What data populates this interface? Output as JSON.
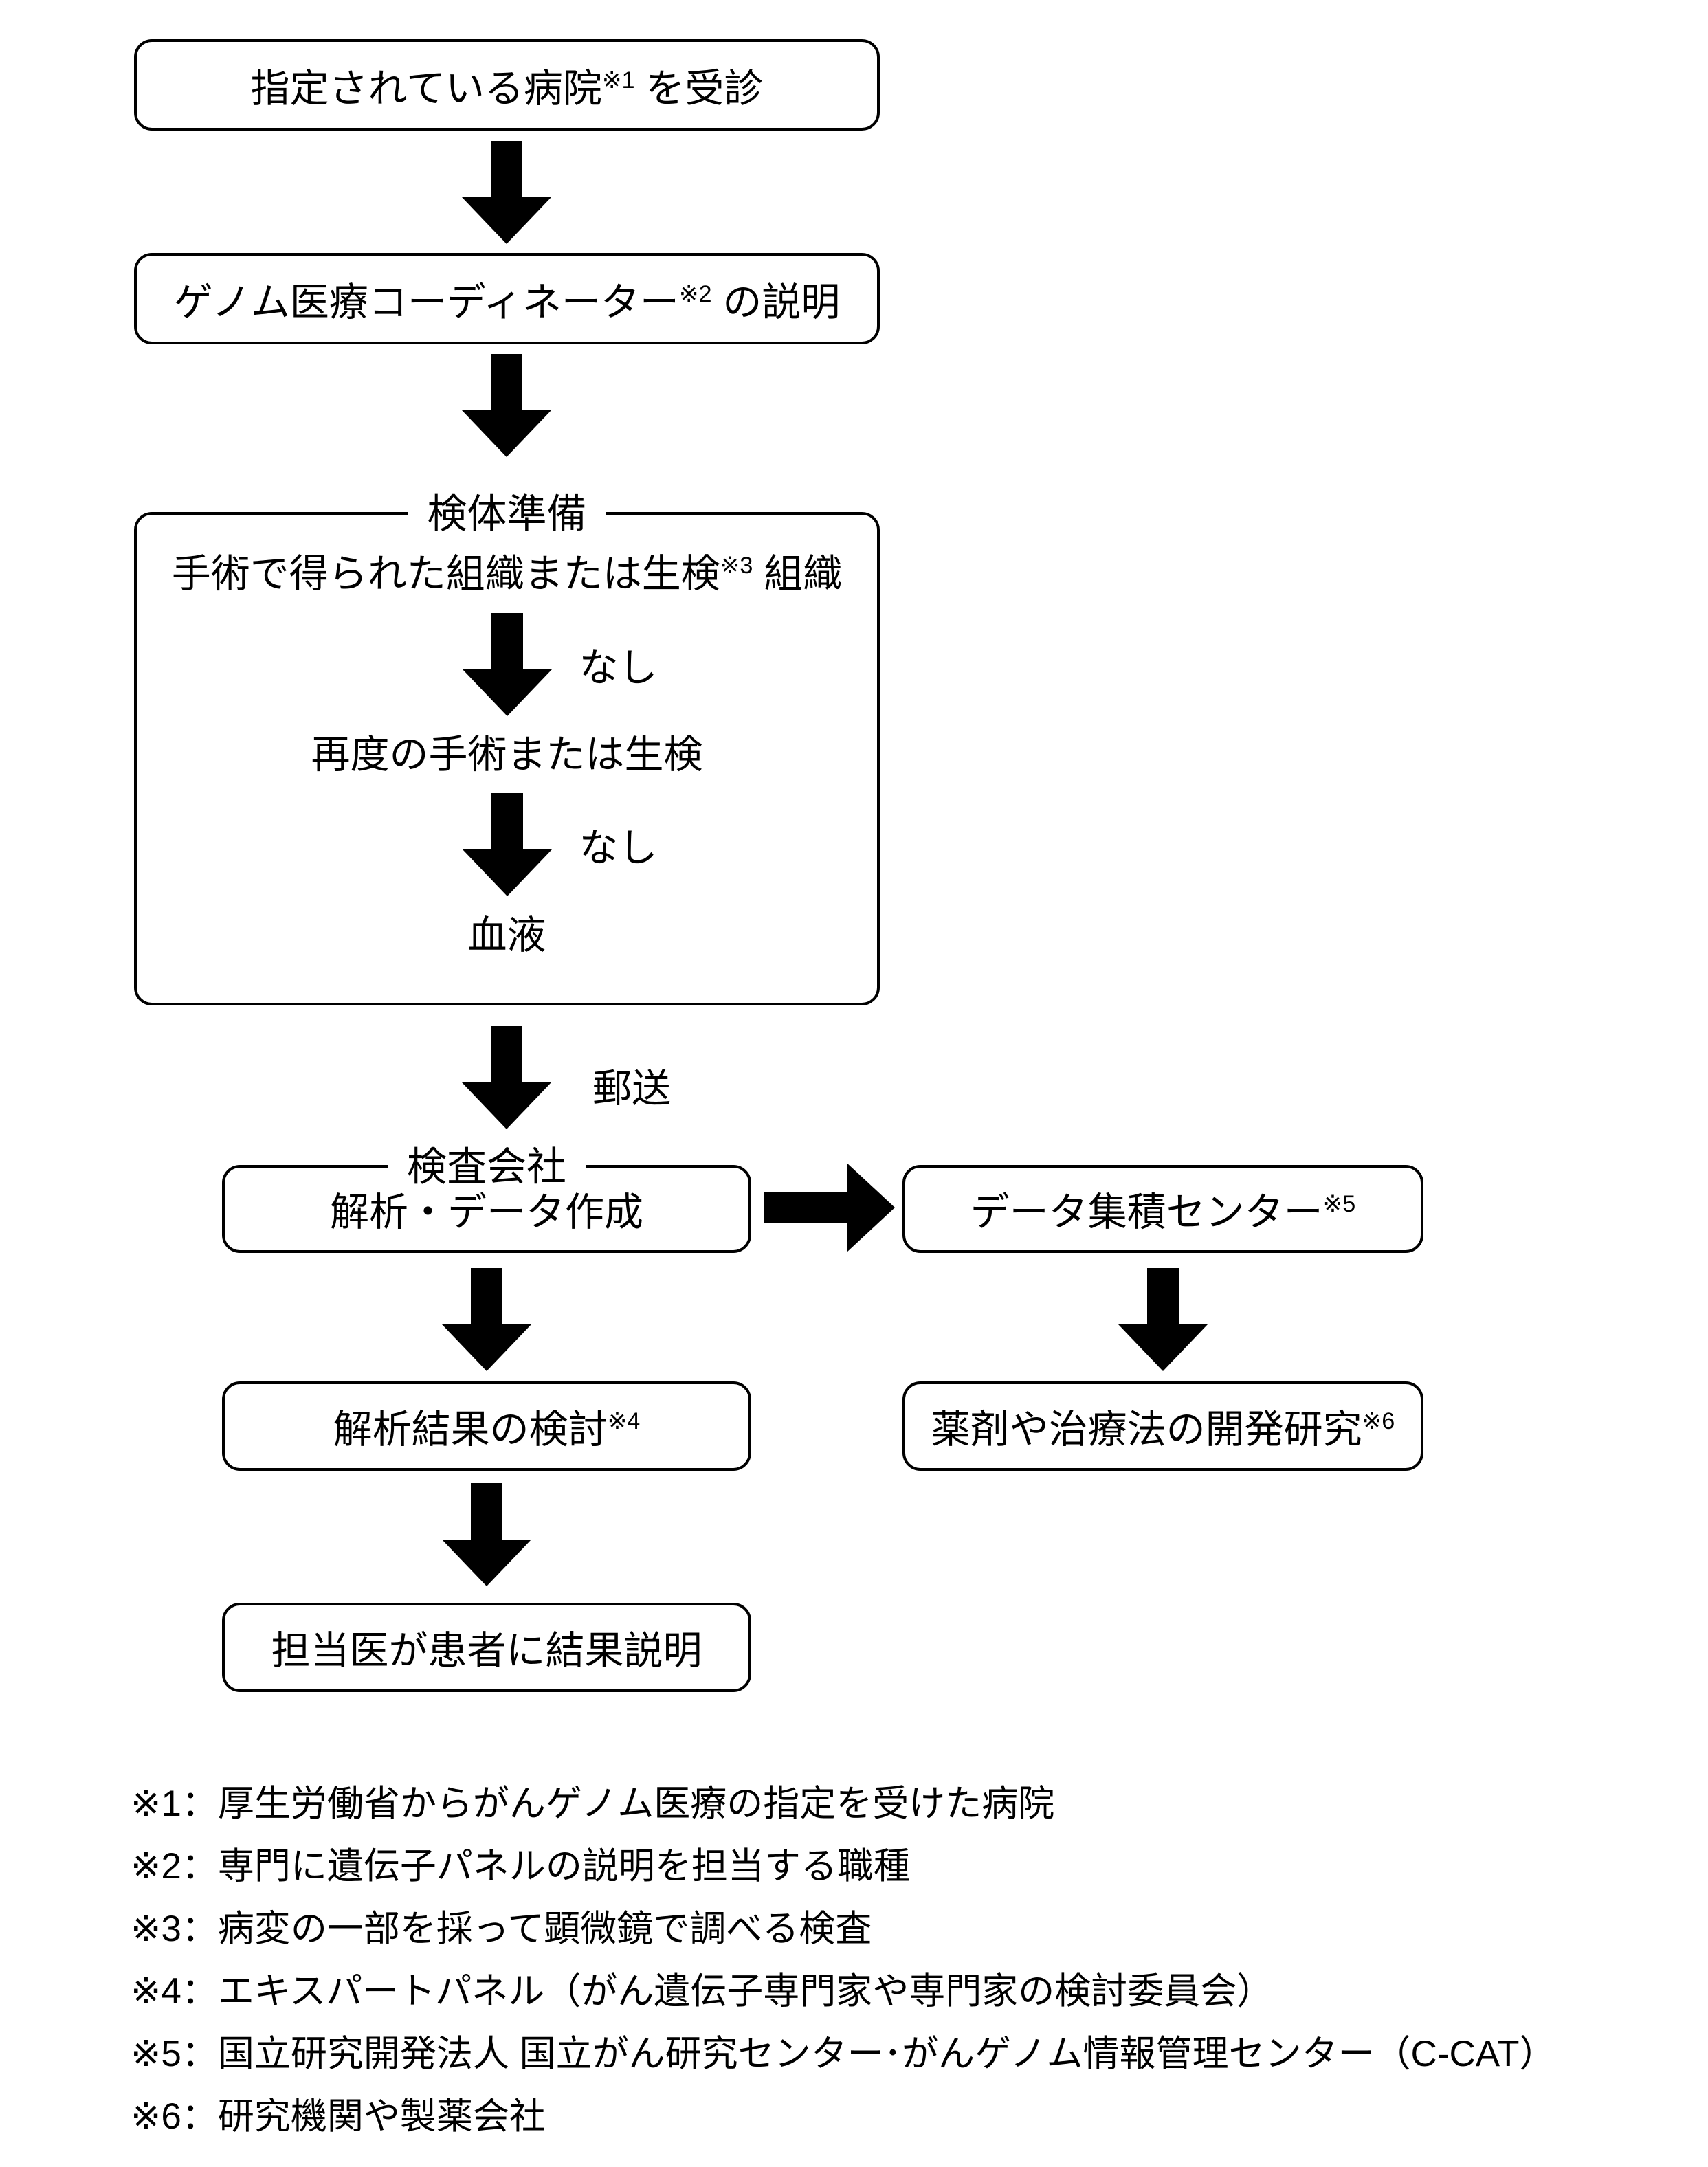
{
  "diagram": {
    "visit_box": {
      "pre": "指定されている病院",
      "sup": "※1",
      "post": " を受診"
    },
    "coordinator_box": {
      "pre": "ゲノム医療コーディネーター",
      "sup": "※2",
      "post": " の説明"
    },
    "specimen_group": {
      "legend": "検体準備",
      "tissue_line": {
        "pre": "手術で得られた組織または生検",
        "sup": "※3",
        "post": " 組織"
      },
      "none_label_1": "なし",
      "rebiopsy_line": "再度の手術または生検",
      "none_label_2": "なし",
      "blood_line": "血液"
    },
    "mail_label": "郵送",
    "lab_group": {
      "legend": "検査会社",
      "analysis_box": "解析・データ作成"
    },
    "data_center_box": {
      "pre": "データ集積センター",
      "sup": "※5",
      "post": ""
    },
    "review_box": {
      "pre": "解析結果の検討",
      "sup": "※4",
      "post": ""
    },
    "research_box": {
      "pre": "薬剤や治療法の開発研究",
      "sup": "※6",
      "post": ""
    },
    "result_box": "担当医が患者に結果説明"
  },
  "footnotes": [
    "※1：厚生労働省からがんゲノム医療の指定を受けた病院",
    "※2：専門に遺伝子パネルの説明を担当する職種",
    "※3：病変の一部を採って顕微鏡で調べる検査",
    "※4：エキスパートパネル（がん遺伝子専門家や専門家の検討委員会）",
    "※5：国立研究開発法人 国立がん研究センター･がんゲノム情報管理センター（C-CAT）",
    "※6：研究機関や製薬会社"
  ],
  "colors": {
    "ink": "#000000",
    "background": "#ffffff"
  }
}
